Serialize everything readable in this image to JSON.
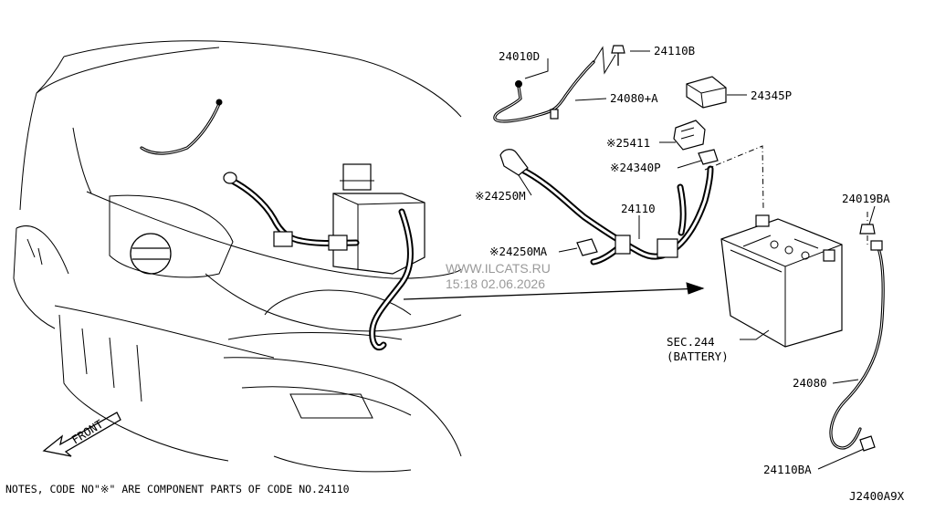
{
  "callouts": {
    "p24010D": "24010D",
    "p24110B": "24110B",
    "p24080A": "24080+A",
    "p24345P": "24345P",
    "p25411": "※25411",
    "p24340P": "※24340P",
    "p24250M": "※24250M",
    "p24110": "24110",
    "p24250MA": "※24250MA",
    "p24019BA": "24019BA",
    "sec244": "SEC.244",
    "battery": "(BATTERY)",
    "p24080": "24080",
    "p24110BA": "24110BA"
  },
  "front_label": "FRONT",
  "watermark": {
    "site": "WWW.ILCATS.RU",
    "stamp": "15:18 02.06.2026"
  },
  "notes": "NOTES, CODE NO\"※\" ARE COMPONENT PARTS OF CODE NO.24110",
  "diagram_code": "J2400A9X"
}
